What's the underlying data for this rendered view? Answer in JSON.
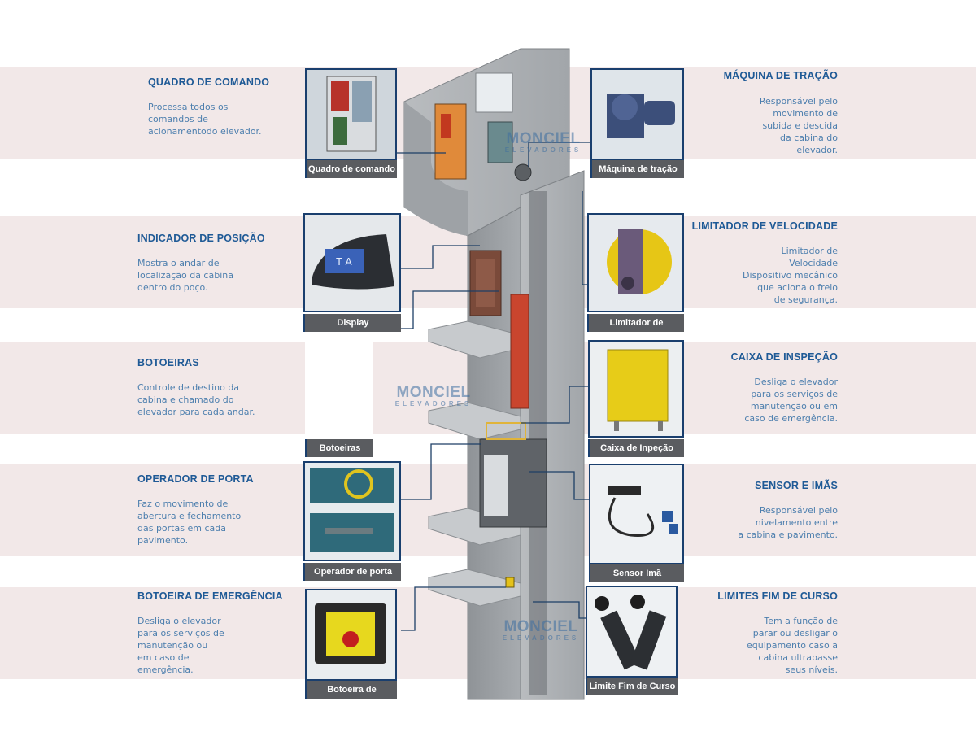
{
  "brand": {
    "name": "MONCIEL",
    "sub": "ELEVADORES"
  },
  "components": [
    {
      "id": "quadro",
      "title": "QUADRO DE COMANDO",
      "desc": [
        "Processa todos os",
        "comandos de",
        "acionamentodo elevador."
      ],
      "caption": "Quadro de comando",
      "icon": "control-panel-icon"
    },
    {
      "id": "indicador",
      "title": "INDICADOR DE POSIÇÃO",
      "desc": [
        "Mostra o andar de",
        "localização da cabina",
        "dentro do poço."
      ],
      "caption": "Display",
      "icon": "display-icon"
    },
    {
      "id": "botoeiras",
      "title": "BOTOEIRAS",
      "desc": [
        "Controle de destino da",
        "cabina e chamado do",
        "elevador para cada andar."
      ],
      "caption": "Botoeiras",
      "icon": "buttons-icon"
    },
    {
      "id": "operador",
      "title": "OPERADOR DE PORTA",
      "desc": [
        "Faz o movimento de",
        "abertura e fechamento",
        "das portas em cada",
        "pavimento."
      ],
      "caption": "Operador de porta",
      "icon": "door-operator-icon"
    },
    {
      "id": "emergencia",
      "title": "BOTOEIRA DE EMERGÊNCIA",
      "desc": [
        "Desliga o elevador",
        "para os serviços de",
        "manutenção ou",
        "em caso de",
        "emergência."
      ],
      "caption": "Botoeira de emergência",
      "icon": "emergency-button-icon"
    },
    {
      "id": "maquina",
      "title": "MÁQUINA DE TRAÇÃO",
      "desc": [
        "Responsável pelo",
        "movimento de",
        "subida e descida",
        "da cabina do",
        "elevador."
      ],
      "caption": "Máquina de tração",
      "icon": "traction-machine-icon"
    },
    {
      "id": "limitador",
      "title": "LIMITADOR DE VELOCIDADE",
      "desc": [
        "Limitador de",
        "Velocidade",
        "Dispositivo mecânico",
        "que aciona o freio",
        "de segurança."
      ],
      "caption": "Limitador de velocidade",
      "icon": "speed-limiter-icon"
    },
    {
      "id": "caixa",
      "title": "CAIXA DE INSPEÇÃO",
      "desc": [
        "Desliga o elevador",
        "para os serviços de",
        "manutenção ou em",
        "caso de emergência."
      ],
      "caption": "Caixa de Inpeção",
      "icon": "inspection-box-icon"
    },
    {
      "id": "sensor",
      "title": "SENSOR E IMÃS",
      "desc": [
        "Responsável pelo",
        "nivelamento entre",
        "a cabina e pavimento."
      ],
      "caption": "Sensor Imã",
      "icon": "sensor-magnet-icon"
    },
    {
      "id": "limites",
      "title": "LIMITES FIM DE CURSO",
      "desc": [
        "Tem a função de",
        "parar ou desligar o",
        "equipamento caso a",
        "cabina ultrapasse",
        "seus níveis."
      ],
      "caption": "Limite Fim de Curso",
      "icon": "limit-switch-icon"
    }
  ],
  "display_screen_text": "T A"
}
